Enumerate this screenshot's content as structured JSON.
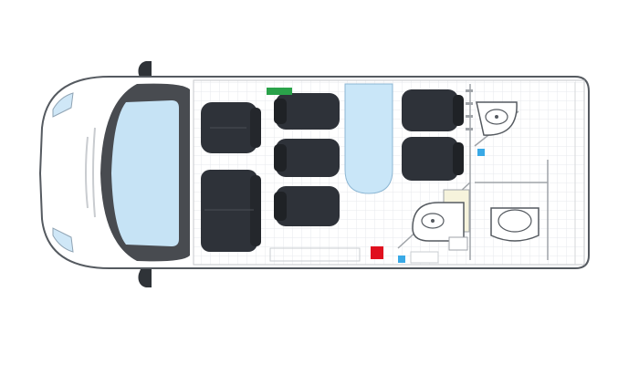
{
  "diagram": {
    "kind": "vehicle-floor-plan",
    "view": "top-down",
    "vehicle": "van",
    "colors": {
      "body_outline": "#5a5a5a",
      "cab_dark": "#46494e",
      "windshield": "#c7e4f6",
      "table_fill": "#c9e6f8",
      "seat_fill": "#2e3239",
      "floor_grid": "#eceef0",
      "accent_green": "#2aa24a",
      "accent_red": "#e0101e",
      "accent_blue": "#39a9e6",
      "sink_fill": "#ffffff",
      "cabinet_fill": "#f6f3dc"
    },
    "elements": {
      "cab_seats": [
        {
          "id": "driver-seat",
          "icon": "seat-icon"
        },
        {
          "id": "cab-bench",
          "icon": "bench-seat-icon"
        }
      ],
      "passenger_seats": [
        {
          "id": "seat-row1-left",
          "icon": "seat-icon"
        },
        {
          "id": "seat-row2-left",
          "icon": "seat-icon"
        },
        {
          "id": "seat-row3-left",
          "icon": "seat-icon"
        },
        {
          "id": "seat-rear-right-1",
          "icon": "seat-icon"
        },
        {
          "id": "seat-rear-right-2",
          "icon": "seat-icon"
        }
      ],
      "table": {
        "icon": "table-icon"
      },
      "markers": [
        {
          "id": "green-marker",
          "color": "#2aa24a"
        },
        {
          "id": "red-marker",
          "color": "#e0101e"
        },
        {
          "id": "blue-marker-floor",
          "color": "#39a9e6"
        },
        {
          "id": "blue-marker-wall",
          "color": "#39a9e6"
        }
      ],
      "washroom": {
        "sinks": 2,
        "toilet": 1,
        "icon": "toilet-icon"
      }
    }
  }
}
